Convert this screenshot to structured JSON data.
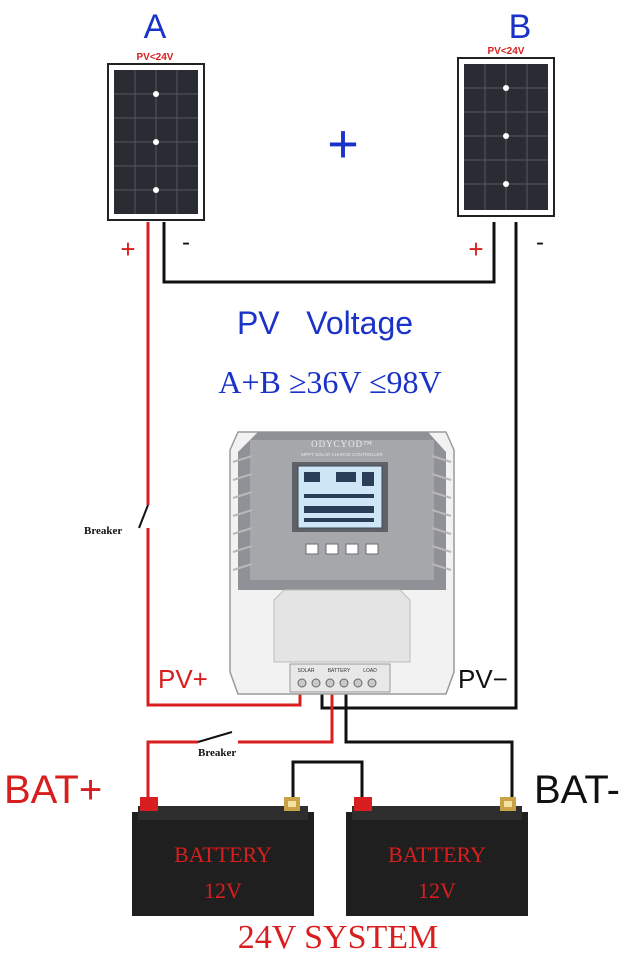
{
  "panels": [
    {
      "letter": "A",
      "spec": "PV<24V",
      "plus": "+",
      "minus": "-"
    },
    {
      "letter": "B",
      "spec": "PV<24V",
      "plus": "+",
      "minus": "-"
    }
  ],
  "between_panels_symbol": "+",
  "pv_voltage": {
    "title": "PV   Voltage",
    "formula": "A+B ≥36V ≤98V"
  },
  "controller": {
    "brand": "ODYCYOD™",
    "subtitle": "MPPT SOLAR CHARGE CONTROLLER",
    "terminal_labels": [
      "SOLAR",
      "BATTERY",
      "LOAD"
    ]
  },
  "labels": {
    "pv_plus": "PV+",
    "pv_minus": "PV−",
    "breaker_top": "Breaker",
    "breaker_bottom": "Breaker",
    "bat_plus": "BAT+",
    "bat_minus": "BAT-"
  },
  "batteries": [
    {
      "label": "BATTERY",
      "voltage": "12V"
    },
    {
      "label": "BATTERY",
      "voltage": "12V"
    }
  ],
  "system_label": "24V SYSTEM",
  "colors": {
    "blue": "#1a32c8",
    "red": "#d81e1e",
    "dark": "#111111",
    "battery_body": "#1f1f1f"
  }
}
